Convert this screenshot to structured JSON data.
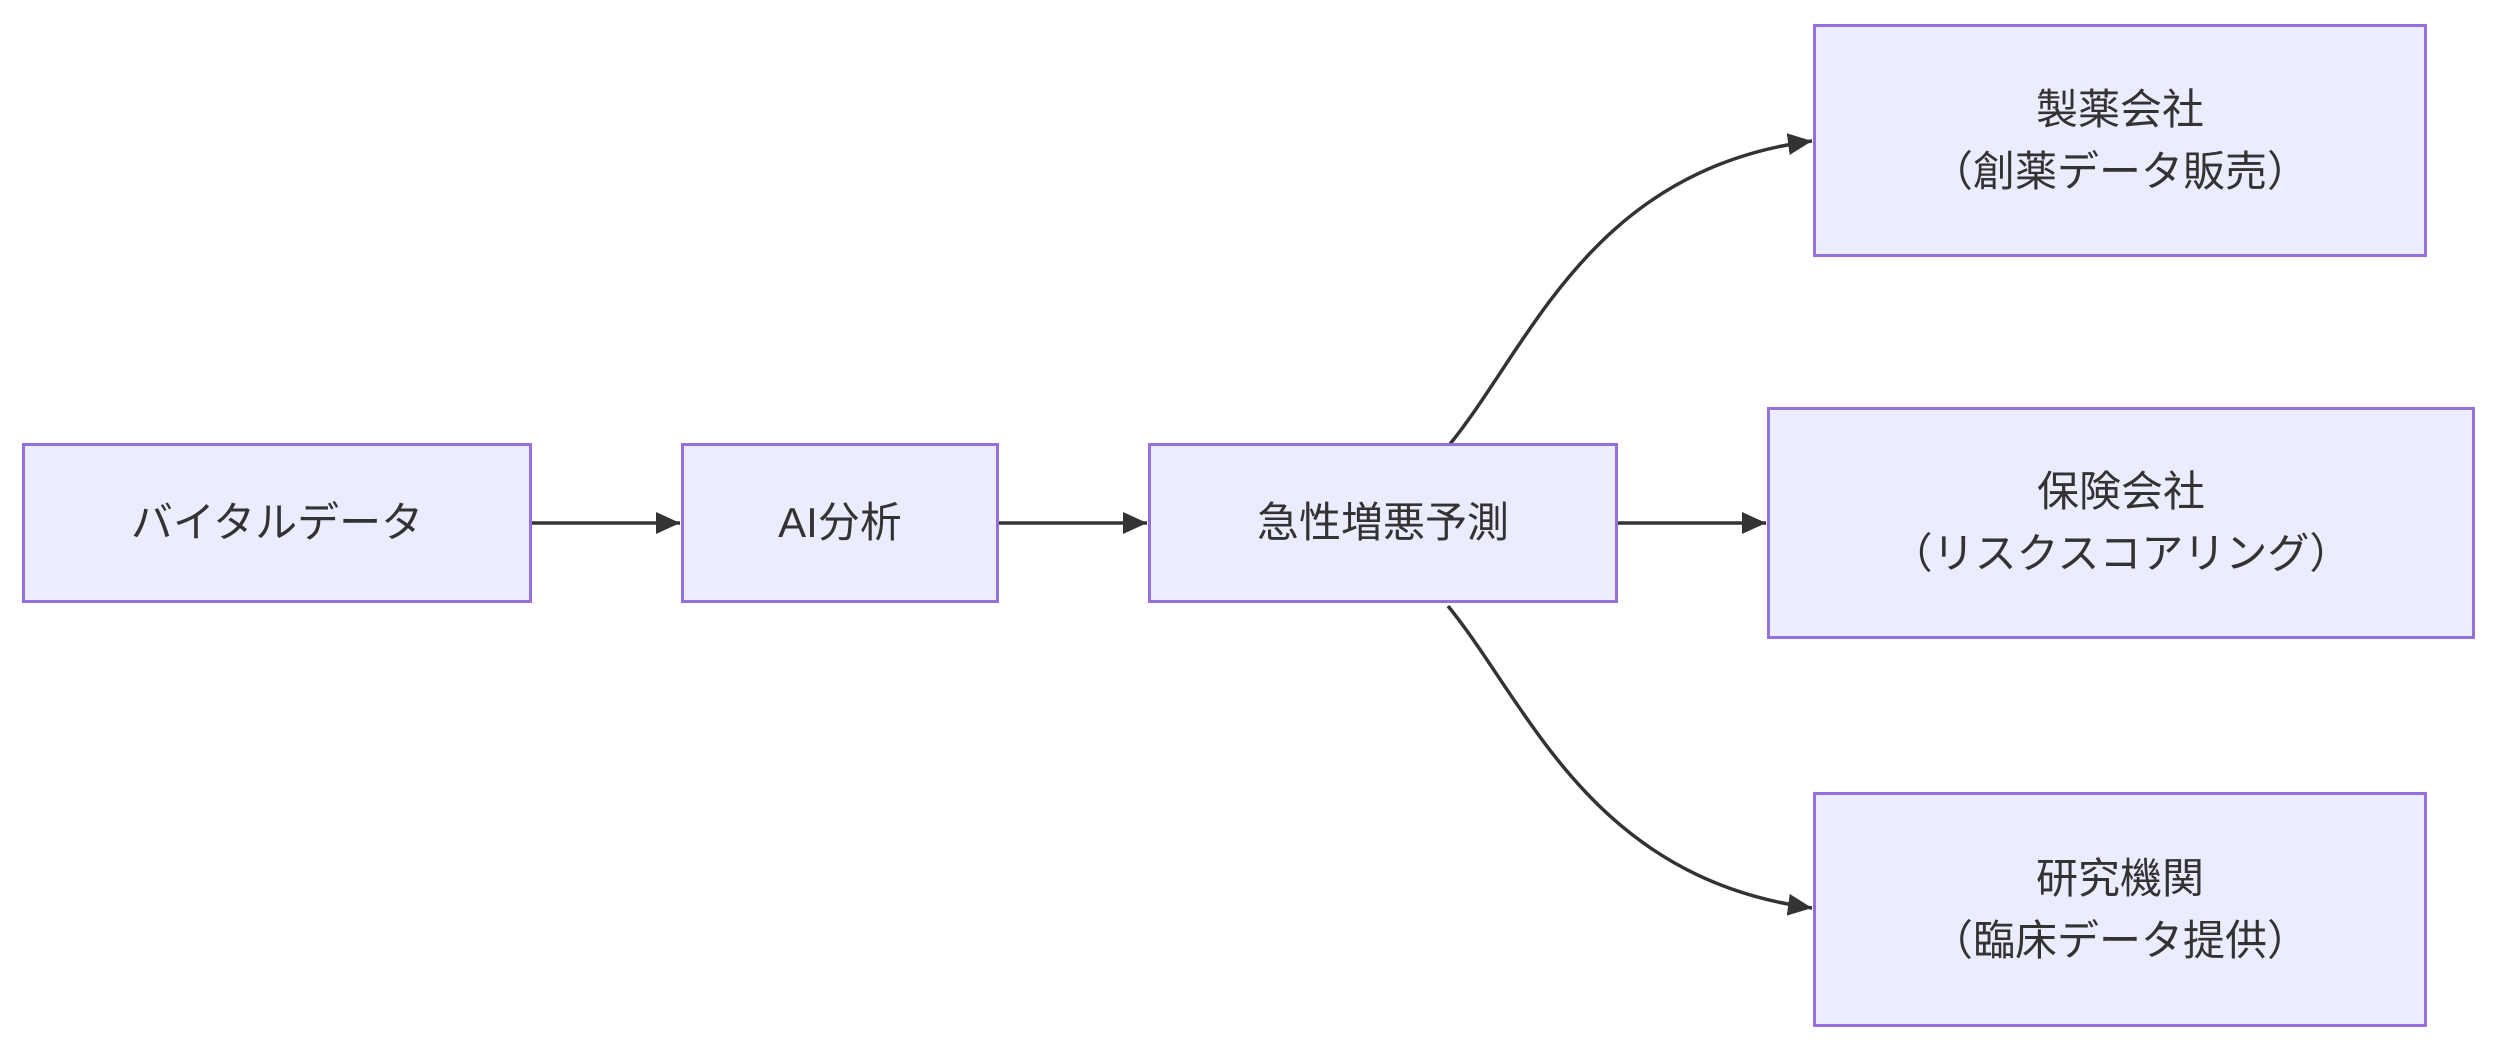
{
  "diagram": {
    "kind": "flowchart",
    "direction": "left-to-right",
    "background_color": "#ffffff"
  },
  "colors": {
    "node_fill": "#ECECFF",
    "node_border": "#9370DB",
    "edge_line": "#333333",
    "text": "#333333"
  },
  "nodes": [
    {
      "id": "vital-data",
      "label": "バイタルデータ"
    },
    {
      "id": "ai-analysis",
      "label": "AI分析"
    },
    {
      "id": "exacerbation-prediction",
      "label": "急性増悪予測"
    },
    {
      "id": "pharma-company",
      "label": "製薬会社",
      "sublabel": "（創薬データ販売）"
    },
    {
      "id": "insurance-company",
      "label": "保険会社",
      "sublabel": "（リスクスコアリング）"
    },
    {
      "id": "research-institute",
      "label": "研究機関",
      "sublabel": "（臨床データ提供）"
    }
  ],
  "edges": [
    {
      "from": "vital-data",
      "to": "ai-analysis"
    },
    {
      "from": "ai-analysis",
      "to": "exacerbation-prediction"
    },
    {
      "from": "exacerbation-prediction",
      "to": "pharma-company"
    },
    {
      "from": "exacerbation-prediction",
      "to": "insurance-company"
    },
    {
      "from": "exacerbation-prediction",
      "to": "research-institute"
    }
  ]
}
